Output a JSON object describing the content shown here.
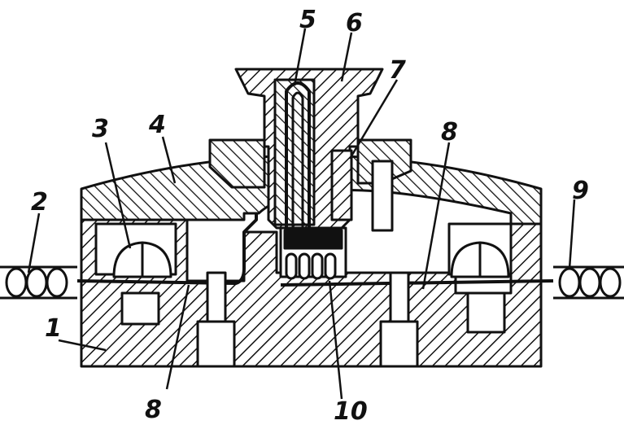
{
  "diagram": {
    "labels": [
      {
        "id": "1",
        "text": "1"
      },
      {
        "id": "2",
        "text": "2"
      },
      {
        "id": "3",
        "text": "3"
      },
      {
        "id": "4",
        "text": "4"
      },
      {
        "id": "5",
        "text": "5"
      },
      {
        "id": "6",
        "text": "6"
      },
      {
        "id": "7",
        "text": "7"
      },
      {
        "id": "8a",
        "text": "8"
      },
      {
        "id": "8b",
        "text": "8"
      },
      {
        "id": "9",
        "text": "9"
      },
      {
        "id": "10",
        "text": "10"
      }
    ]
  },
  "colors": {
    "ink": "#111111",
    "paper": "#ffffff"
  }
}
